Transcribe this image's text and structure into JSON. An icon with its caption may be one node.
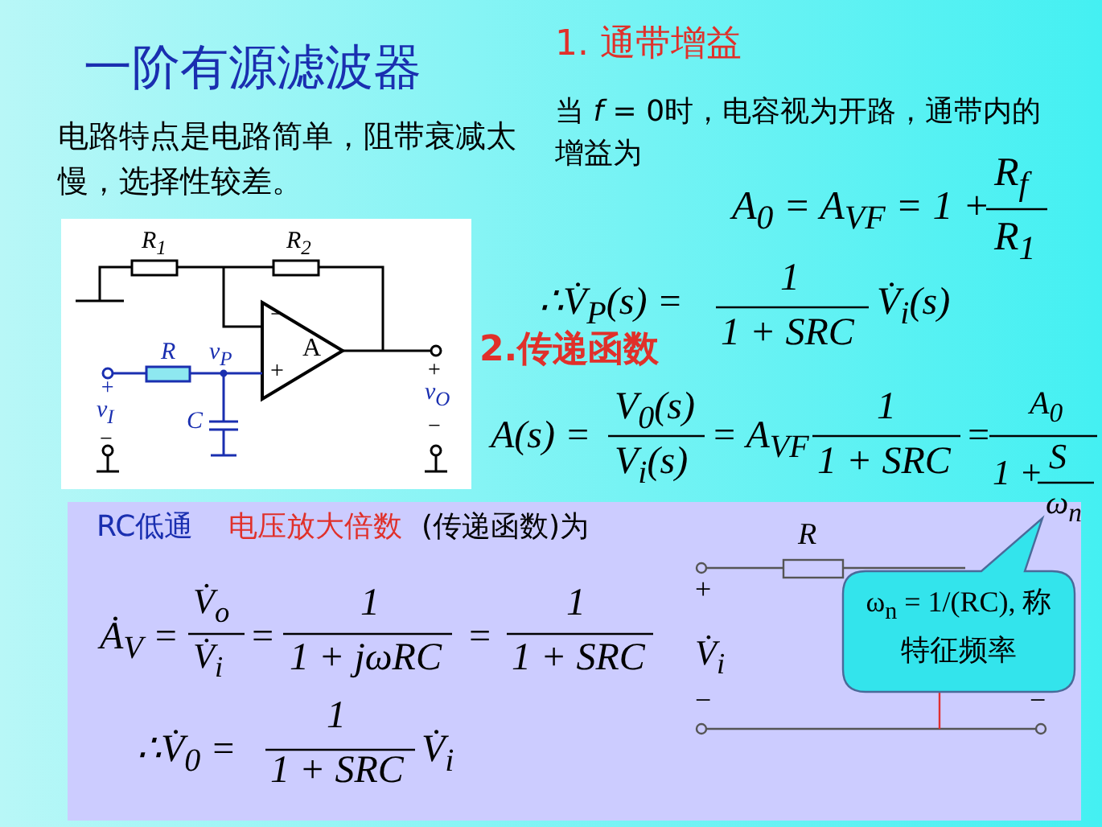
{
  "diagram": {
    "title": "一阶有源滤波器",
    "nodes": [
      {
        "text": [
          "ω$_{n}$ = 1/(RC), 称特征频率"
        ]
      }
    ],
    "labels": [
      "电路特点是电路简单，阻带衰减太慢，选择性较差。",
      "1. 通带增益",
      "当 *f* = 0时，电容视为开路，通带内的增益为",
      "A$_{0}$ = A$_{VF}$ = 1 +",
      "R$_{f}$",
      "R$_{1}$",
      "R$_{1}$",
      "R$_{2}$",
      "R",
      "v$_{P}$",
      "A",
      "−",
      "+",
      "+",
      "v$_{I}$",
      "C",
      "+",
      "v$_{O}$",
      "−",
      "−",
      "∴V̇$_{P}$(s) =",
      "1",
      "1 + SRC",
      "V̇$_{i}$(s)",
      "2.传递函数",
      "A(s) =",
      "V$_{0}$(s)",
      "V$_{i}$(s)",
      "= A$_{VF}$",
      "1",
      "1 + SRC",
      "=",
      "A$_{0}$",
      "1 +",
      "S",
      "ω$_{n}$",
      "RC低通",
      "电压放大倍数",
      "(传递函数)为",
      "Ȧ$_{V}$ =",
      "V̇$_{o}$",
      "V̇$_{i}$",
      "=",
      "1",
      "1 + jωRC",
      "=",
      "1",
      "1 + SRC",
      "∴V̇$_{0}$ =",
      "1",
      "1 + SRC",
      "V̇$_{i}$",
      "R",
      "+",
      "V̇$_{i}$",
      "−",
      "−"
    ]
  }
}
